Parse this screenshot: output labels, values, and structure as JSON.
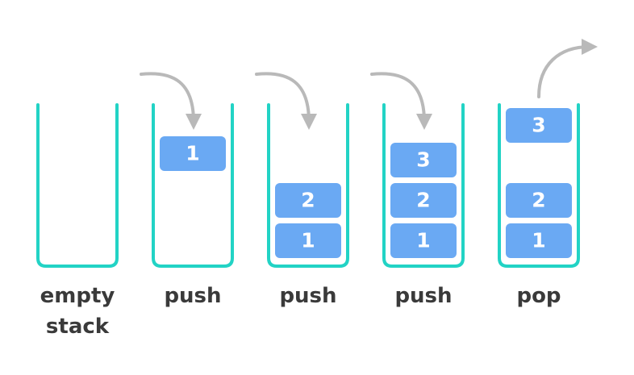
{
  "colors": {
    "container": "#22d3c5",
    "block": "#6aa9f3",
    "block_text": "#ffffff",
    "arrow": "#b9b9b9",
    "caption": "#3a3a3a"
  },
  "stacks": [
    {
      "caption": [
        "empty",
        "stack"
      ],
      "blocks": [],
      "arrow": "none"
    },
    {
      "caption": [
        "push"
      ],
      "blocks": [
        "1"
      ],
      "arrow": "in",
      "push_slot": 1
    },
    {
      "caption": [
        "push"
      ],
      "blocks": [
        "1",
        "2"
      ],
      "arrow": "in"
    },
    {
      "caption": [
        "push"
      ],
      "blocks": [
        "1",
        "2",
        "3"
      ],
      "arrow": "in"
    },
    {
      "caption": [
        "pop"
      ],
      "blocks": [
        "1",
        "2",
        "3"
      ],
      "arrow": "out",
      "popped_index": 2
    }
  ]
}
